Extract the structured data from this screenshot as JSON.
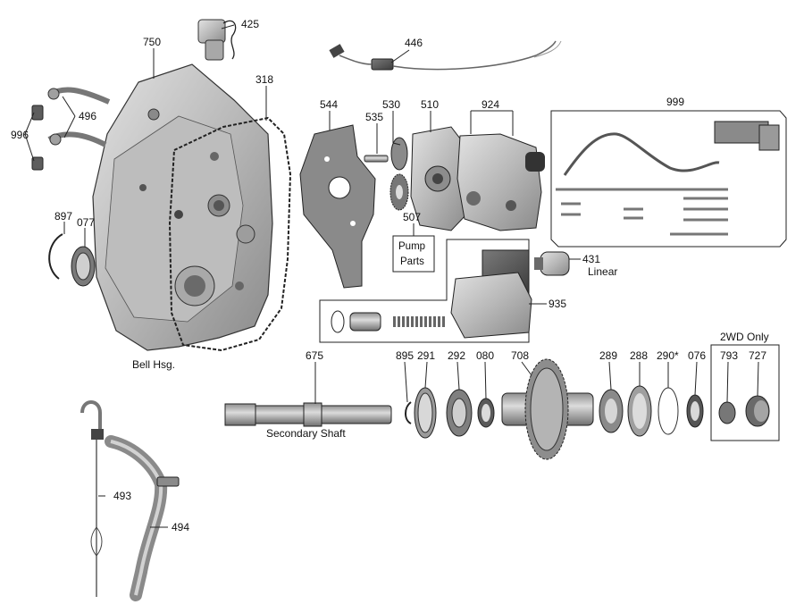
{
  "colors": {
    "background": "#ffffff",
    "line": "#222222",
    "part_light": "#c9c9c9",
    "part_mid": "#9a9a9a",
    "part_dark": "#5a5a5a"
  },
  "labels": {
    "p425": "425",
    "p446": "446",
    "p750": "750",
    "p318": "318",
    "p496": "496",
    "p996": "996",
    "p544": "544",
    "p530": "530",
    "p535": "535",
    "p510": "510",
    "p924": "924",
    "p999": "999",
    "p897": "897",
    "p077": "077",
    "p507": "507",
    "pump_parts_1": "Pump",
    "pump_parts_2": "Parts",
    "p431": "431",
    "linear": "Linear",
    "p935": "935",
    "bell_hsg": "Bell Hsg.",
    "p675": "675",
    "p895": "895",
    "p291": "291",
    "p292": "292",
    "p080": "080",
    "p708": "708",
    "p289": "289",
    "p288": "288",
    "p290": "290*",
    "p076": "076",
    "p793": "793",
    "p727": "727",
    "two_wd_only": "2WD Only",
    "secondary_shaft": "Secondary Shaft",
    "p493": "493",
    "p494": "494"
  }
}
